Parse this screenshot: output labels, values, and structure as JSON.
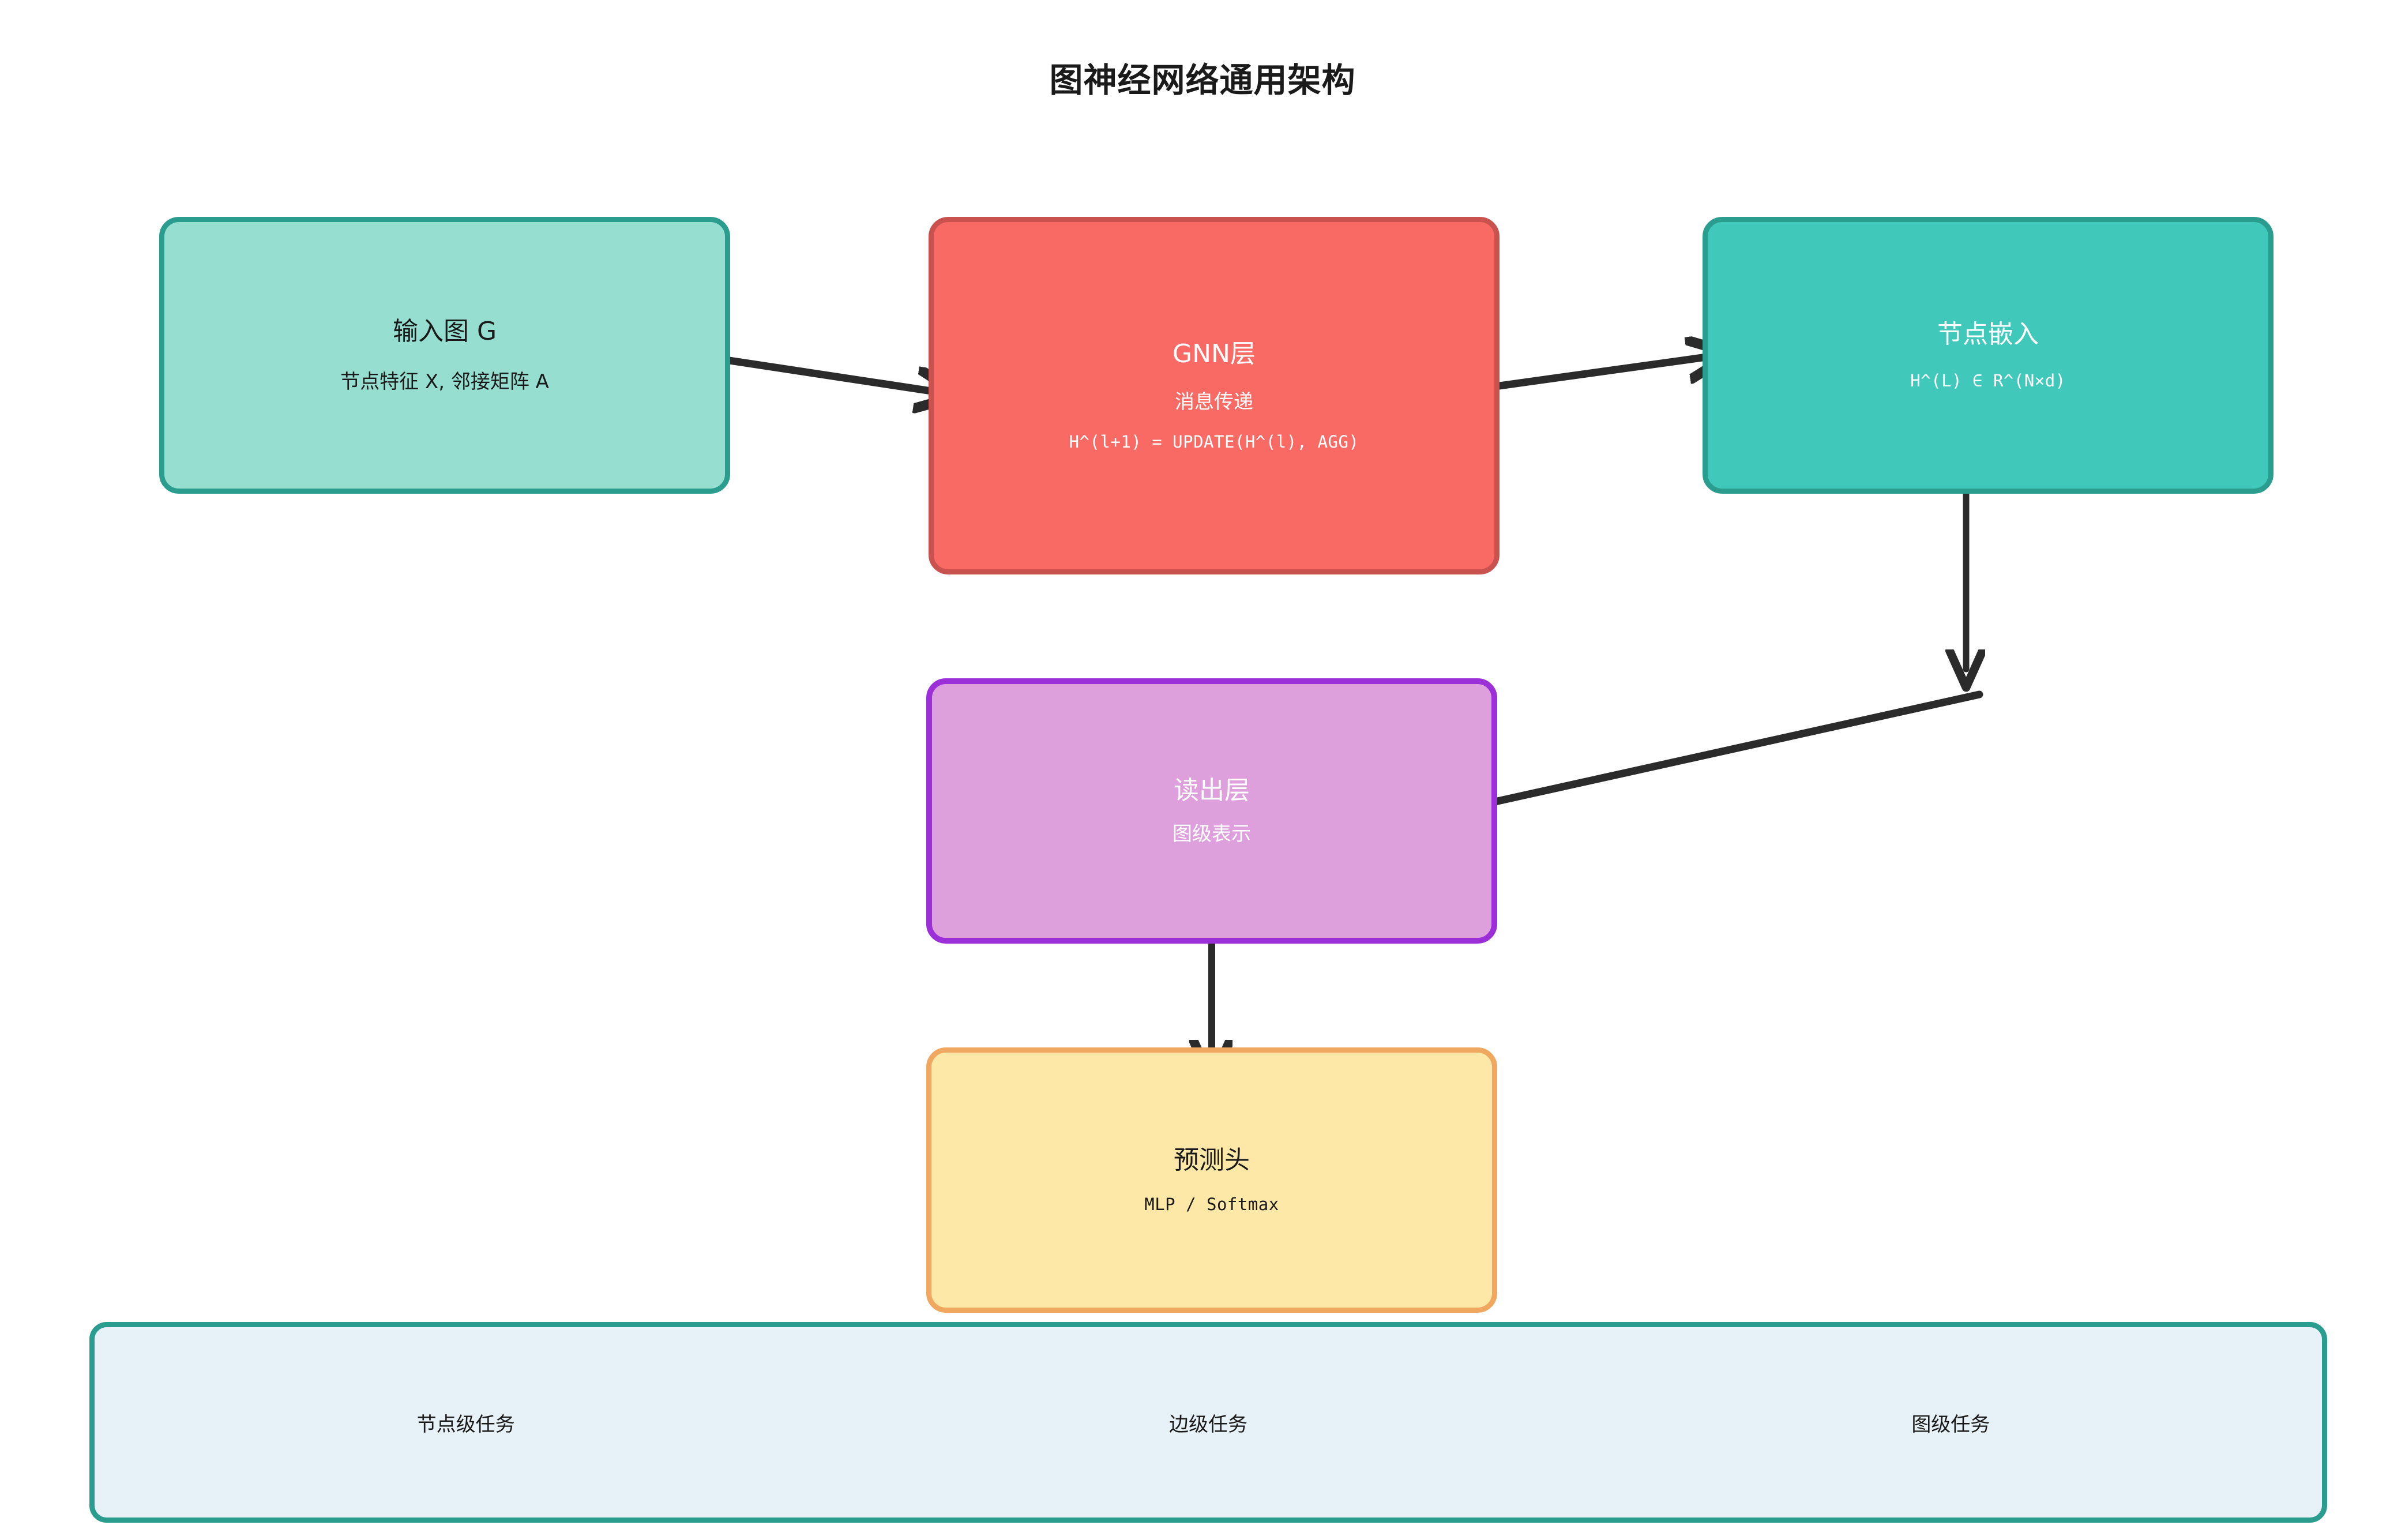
{
  "title": "图神经网络通用架构",
  "nodes": {
    "input_graph": {
      "label": "输入图 G",
      "sub": "节点特征 X, 邻接矩阵 A",
      "fill": "#96dfd0",
      "border": "#2a9d8f"
    },
    "gnn_layer": {
      "label": "GNN层",
      "sub": "消息传递",
      "formula": "H^(l+1) = UPDATE(H^(l), AGG)",
      "fill": "#fa6a64",
      "border": "#c9524e"
    },
    "node_embedding": {
      "label": "节点嵌入",
      "formula": "H^(L) ∈ R^(N×d)",
      "fill": "#40c9bb",
      "border": "#2a9d8f"
    },
    "readout_layer": {
      "label": "读出层",
      "sub": "图级表示",
      "fill": "#dda0dd",
      "border": "#9b30d9"
    },
    "prediction_head": {
      "label": "预测头",
      "formula": "MLP / Softmax",
      "fill": "#fde8a8",
      "border": "#f0a860"
    }
  },
  "task_bar": {
    "fill": "#e7f2f8",
    "border": "#2a9d8f",
    "tasks": [
      {
        "label": "节点级任务"
      },
      {
        "label": "边级任务"
      },
      {
        "label": "图级任务"
      }
    ]
  },
  "arrows": {
    "color": "#2b2b2b",
    "items": [
      {
        "name": "input-to-gnn"
      },
      {
        "name": "gnn-to-embedding"
      },
      {
        "name": "embedding-down"
      },
      {
        "name": "embedding-to-readout"
      },
      {
        "name": "readout-to-head"
      }
    ]
  }
}
